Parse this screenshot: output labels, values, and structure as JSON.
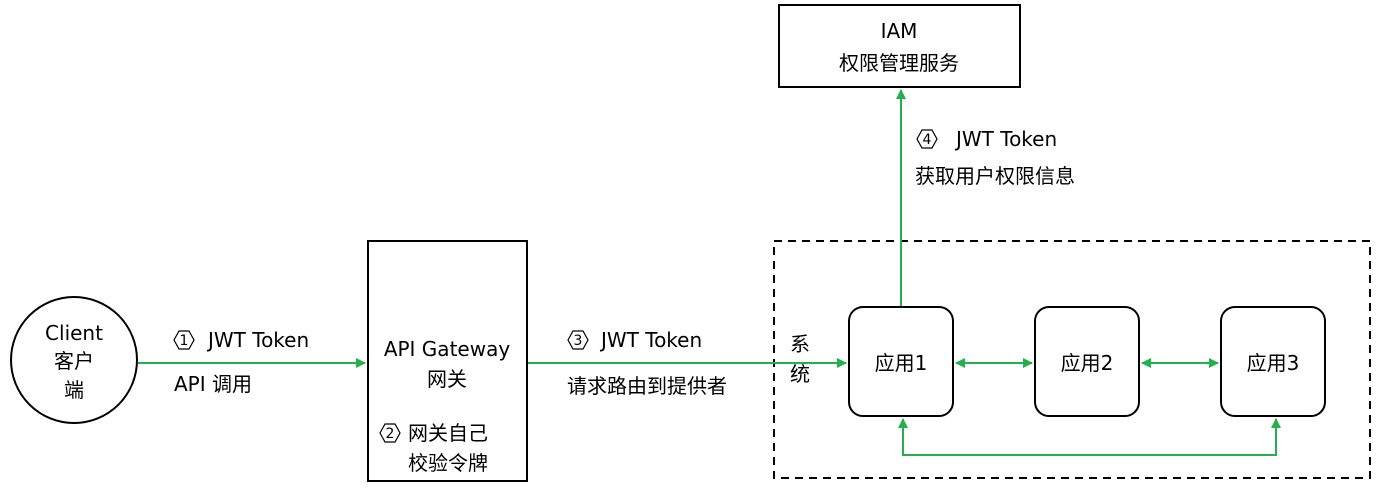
{
  "colors": {
    "arrow": "#22b14c",
    "stroke": "#000000",
    "background": "#ffffff"
  },
  "iam": {
    "line1": "IAM",
    "line2": "权限管理服务"
  },
  "client": {
    "line1": "Client",
    "line2": "客户",
    "line3": "端"
  },
  "gateway": {
    "line1": "API Gateway",
    "line2": "网关",
    "step_number": "2",
    "note_line1": "网关自己",
    "note_line2": "校验令牌"
  },
  "system": {
    "label_line1": "系",
    "label_line2": "统",
    "apps": [
      {
        "label": "应用1"
      },
      {
        "label": "应用2"
      },
      {
        "label": "应用3"
      }
    ]
  },
  "edges": {
    "client_to_gateway": {
      "step_number": "1",
      "title": "JWT Token",
      "description": "API 调用"
    },
    "gateway_to_system": {
      "step_number": "3",
      "title": "JWT Token",
      "description": "请求路由到提供者"
    },
    "app_to_iam": {
      "step_number": "4",
      "title": "JWT Token",
      "description": "获取用户权限信息"
    }
  }
}
